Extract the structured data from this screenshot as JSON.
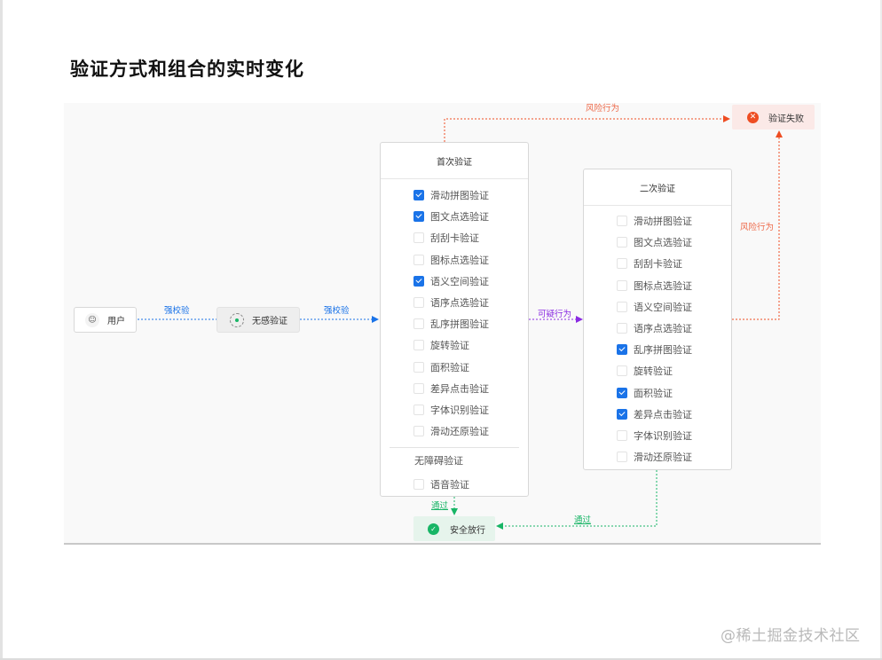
{
  "title": "验证方式和组合的实时变化",
  "nodes": {
    "user": "用户",
    "nosense": "无感验证",
    "fail": "验证失败",
    "pass": "安全放行"
  },
  "edges": {
    "user_to_nosense": "强校验",
    "nosense_to_first": "强校验",
    "first_to_second": "可疑行为",
    "first_to_fail": "风险行为",
    "second_to_fail": "风险行为",
    "first_to_pass": "通过",
    "second_to_pass": "通过"
  },
  "colors": {
    "blue": "#1a73e8",
    "purple": "#8a2be2",
    "red": "#ee4d22",
    "green": "#18b566"
  },
  "first_check": {
    "title": "首次验证",
    "options": [
      {
        "label": "滑动拼图验证",
        "checked": true
      },
      {
        "label": "图文点选验证",
        "checked": true
      },
      {
        "label": "刮刮卡验证",
        "checked": false
      },
      {
        "label": "图标点选验证",
        "checked": false
      },
      {
        "label": "语义空间验证",
        "checked": true
      },
      {
        "label": "语序点选验证",
        "checked": false
      },
      {
        "label": "乱序拼图验证",
        "checked": false
      },
      {
        "label": "旋转验证",
        "checked": false
      },
      {
        "label": "面积验证",
        "checked": false
      },
      {
        "label": "差异点击验证",
        "checked": false
      },
      {
        "label": "字体识别验证",
        "checked": false
      },
      {
        "label": "滑动还原验证",
        "checked": false
      }
    ],
    "accessible_title": "无障碍验证",
    "accessible_options": [
      {
        "label": "语音验证",
        "checked": false
      }
    ]
  },
  "second_check": {
    "title": "二次验证",
    "options": [
      {
        "label": "滑动拼图验证",
        "checked": false
      },
      {
        "label": "图文点选验证",
        "checked": false
      },
      {
        "label": "刮刮卡验证",
        "checked": false
      },
      {
        "label": "图标点选验证",
        "checked": false
      },
      {
        "label": "语义空间验证",
        "checked": false
      },
      {
        "label": "语序点选验证",
        "checked": false
      },
      {
        "label": "乱序拼图验证",
        "checked": true
      },
      {
        "label": "旋转验证",
        "checked": false
      },
      {
        "label": "面积验证",
        "checked": true
      },
      {
        "label": "差异点击验证",
        "checked": true
      },
      {
        "label": "字体识别验证",
        "checked": false
      },
      {
        "label": "滑动还原验证",
        "checked": false
      }
    ]
  },
  "watermark": "@稀土掘金技术社区"
}
